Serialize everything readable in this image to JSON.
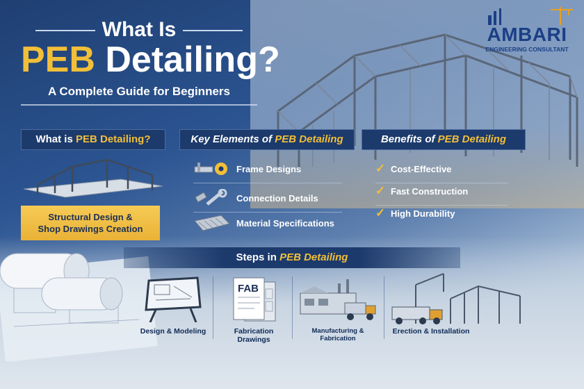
{
  "header": {
    "title_line1": "What Is",
    "title_accent": "PEB",
    "title_rest": "Detailing?",
    "subtitle": "A Complete Guide for Beginners"
  },
  "logo": {
    "name": "AMBARI",
    "tagline": "ENGINEERING CONSULTANT"
  },
  "panel_what": {
    "title_lead": "What is",
    "title_accent": "PEB Detailing?",
    "box_line1": "Structural Design &",
    "box_line2": "Shop Drawings Creation"
  },
  "panel_key": {
    "title_lead": "Key Elements of",
    "title_accent": "PEB Detailing",
    "items": [
      {
        "label": "Frame Designs",
        "icon": "gear-icon"
      },
      {
        "label": "Connection Details",
        "icon": "wrench-icon"
      },
      {
        "label": "Material Specifications",
        "icon": "metal-sheets-icon"
      }
    ]
  },
  "panel_benefits": {
    "title_lead": "Benefits of",
    "title_accent": "PEB Detailing",
    "items": [
      {
        "label": "Cost-Effective"
      },
      {
        "label": "Fast Construction"
      },
      {
        "label": "High Durability"
      }
    ]
  },
  "steps": {
    "title_lead": "Steps in",
    "title_accent": "PEB Detailing",
    "items": [
      {
        "label": "Design & Modeling",
        "icon": "drafting-table-icon"
      },
      {
        "label": "Fabrication Drawings",
        "icon": "fab-document-icon",
        "icon_text": "FAB"
      },
      {
        "label": "Manufacturing & Fabrication",
        "icon": "factory-truck-icon"
      },
      {
        "label": "Erection & Installation",
        "icon": "crane-structure-icon"
      }
    ]
  },
  "colors": {
    "navy": "#1c3a6c",
    "accent_gold": "#f2bf38",
    "logo_blue": "#1b3f86"
  }
}
